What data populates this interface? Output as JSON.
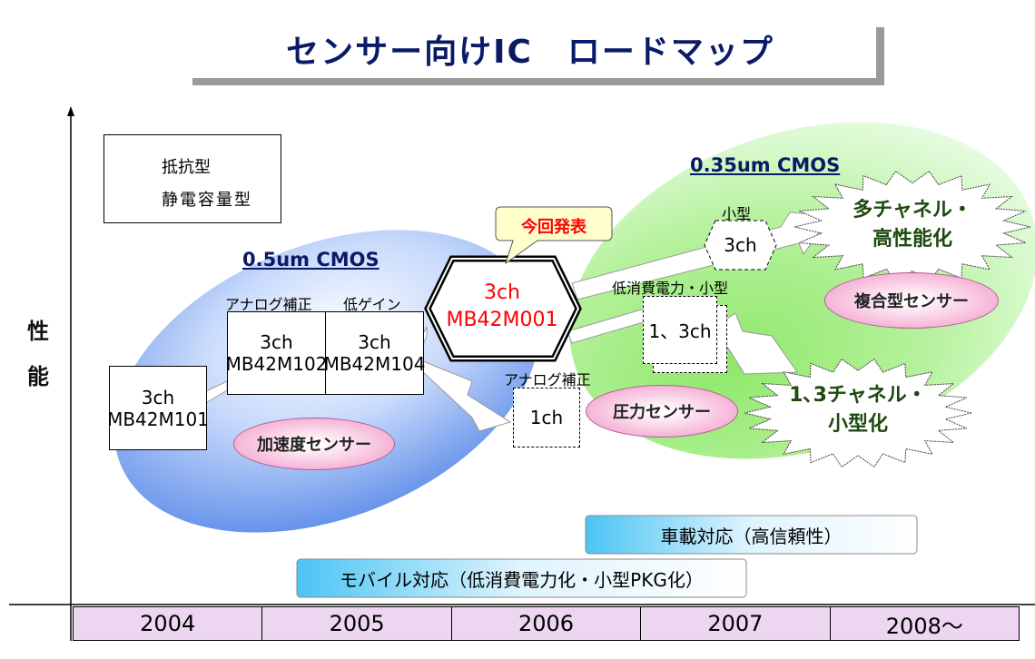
{
  "title": "センサー向けIC　ロードマップ",
  "y_axis_label": [
    "性",
    "能"
  ],
  "legend": {
    "resistive": "抵抗型",
    "capacitive": "静電容量型"
  },
  "process_labels": {
    "blue": "0.5um CMOS",
    "green": "0.35um CMOS"
  },
  "products": {
    "mb42m101": {
      "ch": "3ch",
      "name": "MB42M101"
    },
    "mb42m102": {
      "label": "アナログ補正",
      "ch": "3ch",
      "name": "MB42M102"
    },
    "mb42m104": {
      "label": "低ゲイン",
      "ch": "3ch",
      "name": "MB42M104"
    },
    "mb42m001": {
      "ch": "3ch",
      "name": "MB42M001"
    },
    "future_1ch": {
      "label": "アナログ補正",
      "ch": "1ch"
    },
    "future_3ch": {
      "label": "小型",
      "ch": "3ch"
    },
    "future_13ch": {
      "label": "低消費電力・小型",
      "ch": "1、3ch"
    }
  },
  "callout": "今回発表",
  "categories": {
    "accel": "加速度センサー",
    "pressure": "圧力センサー",
    "composite": "複合型センサー"
  },
  "goals": {
    "multi": [
      "多チャネル・",
      "高性能化"
    ],
    "small": [
      "1､3チャネル・",
      "小型化"
    ]
  },
  "bars": {
    "automotive": "車載対応（高信頼性）",
    "mobile": "モバイル対応（低消費電力化・小型PKG化）"
  },
  "timeline": [
    "2004",
    "2005",
    "2006",
    "2007",
    "2008～"
  ],
  "colors": {
    "title": "#0b1a66",
    "highlight": "#ff0000",
    "timeline": "#ecd6f0"
  }
}
